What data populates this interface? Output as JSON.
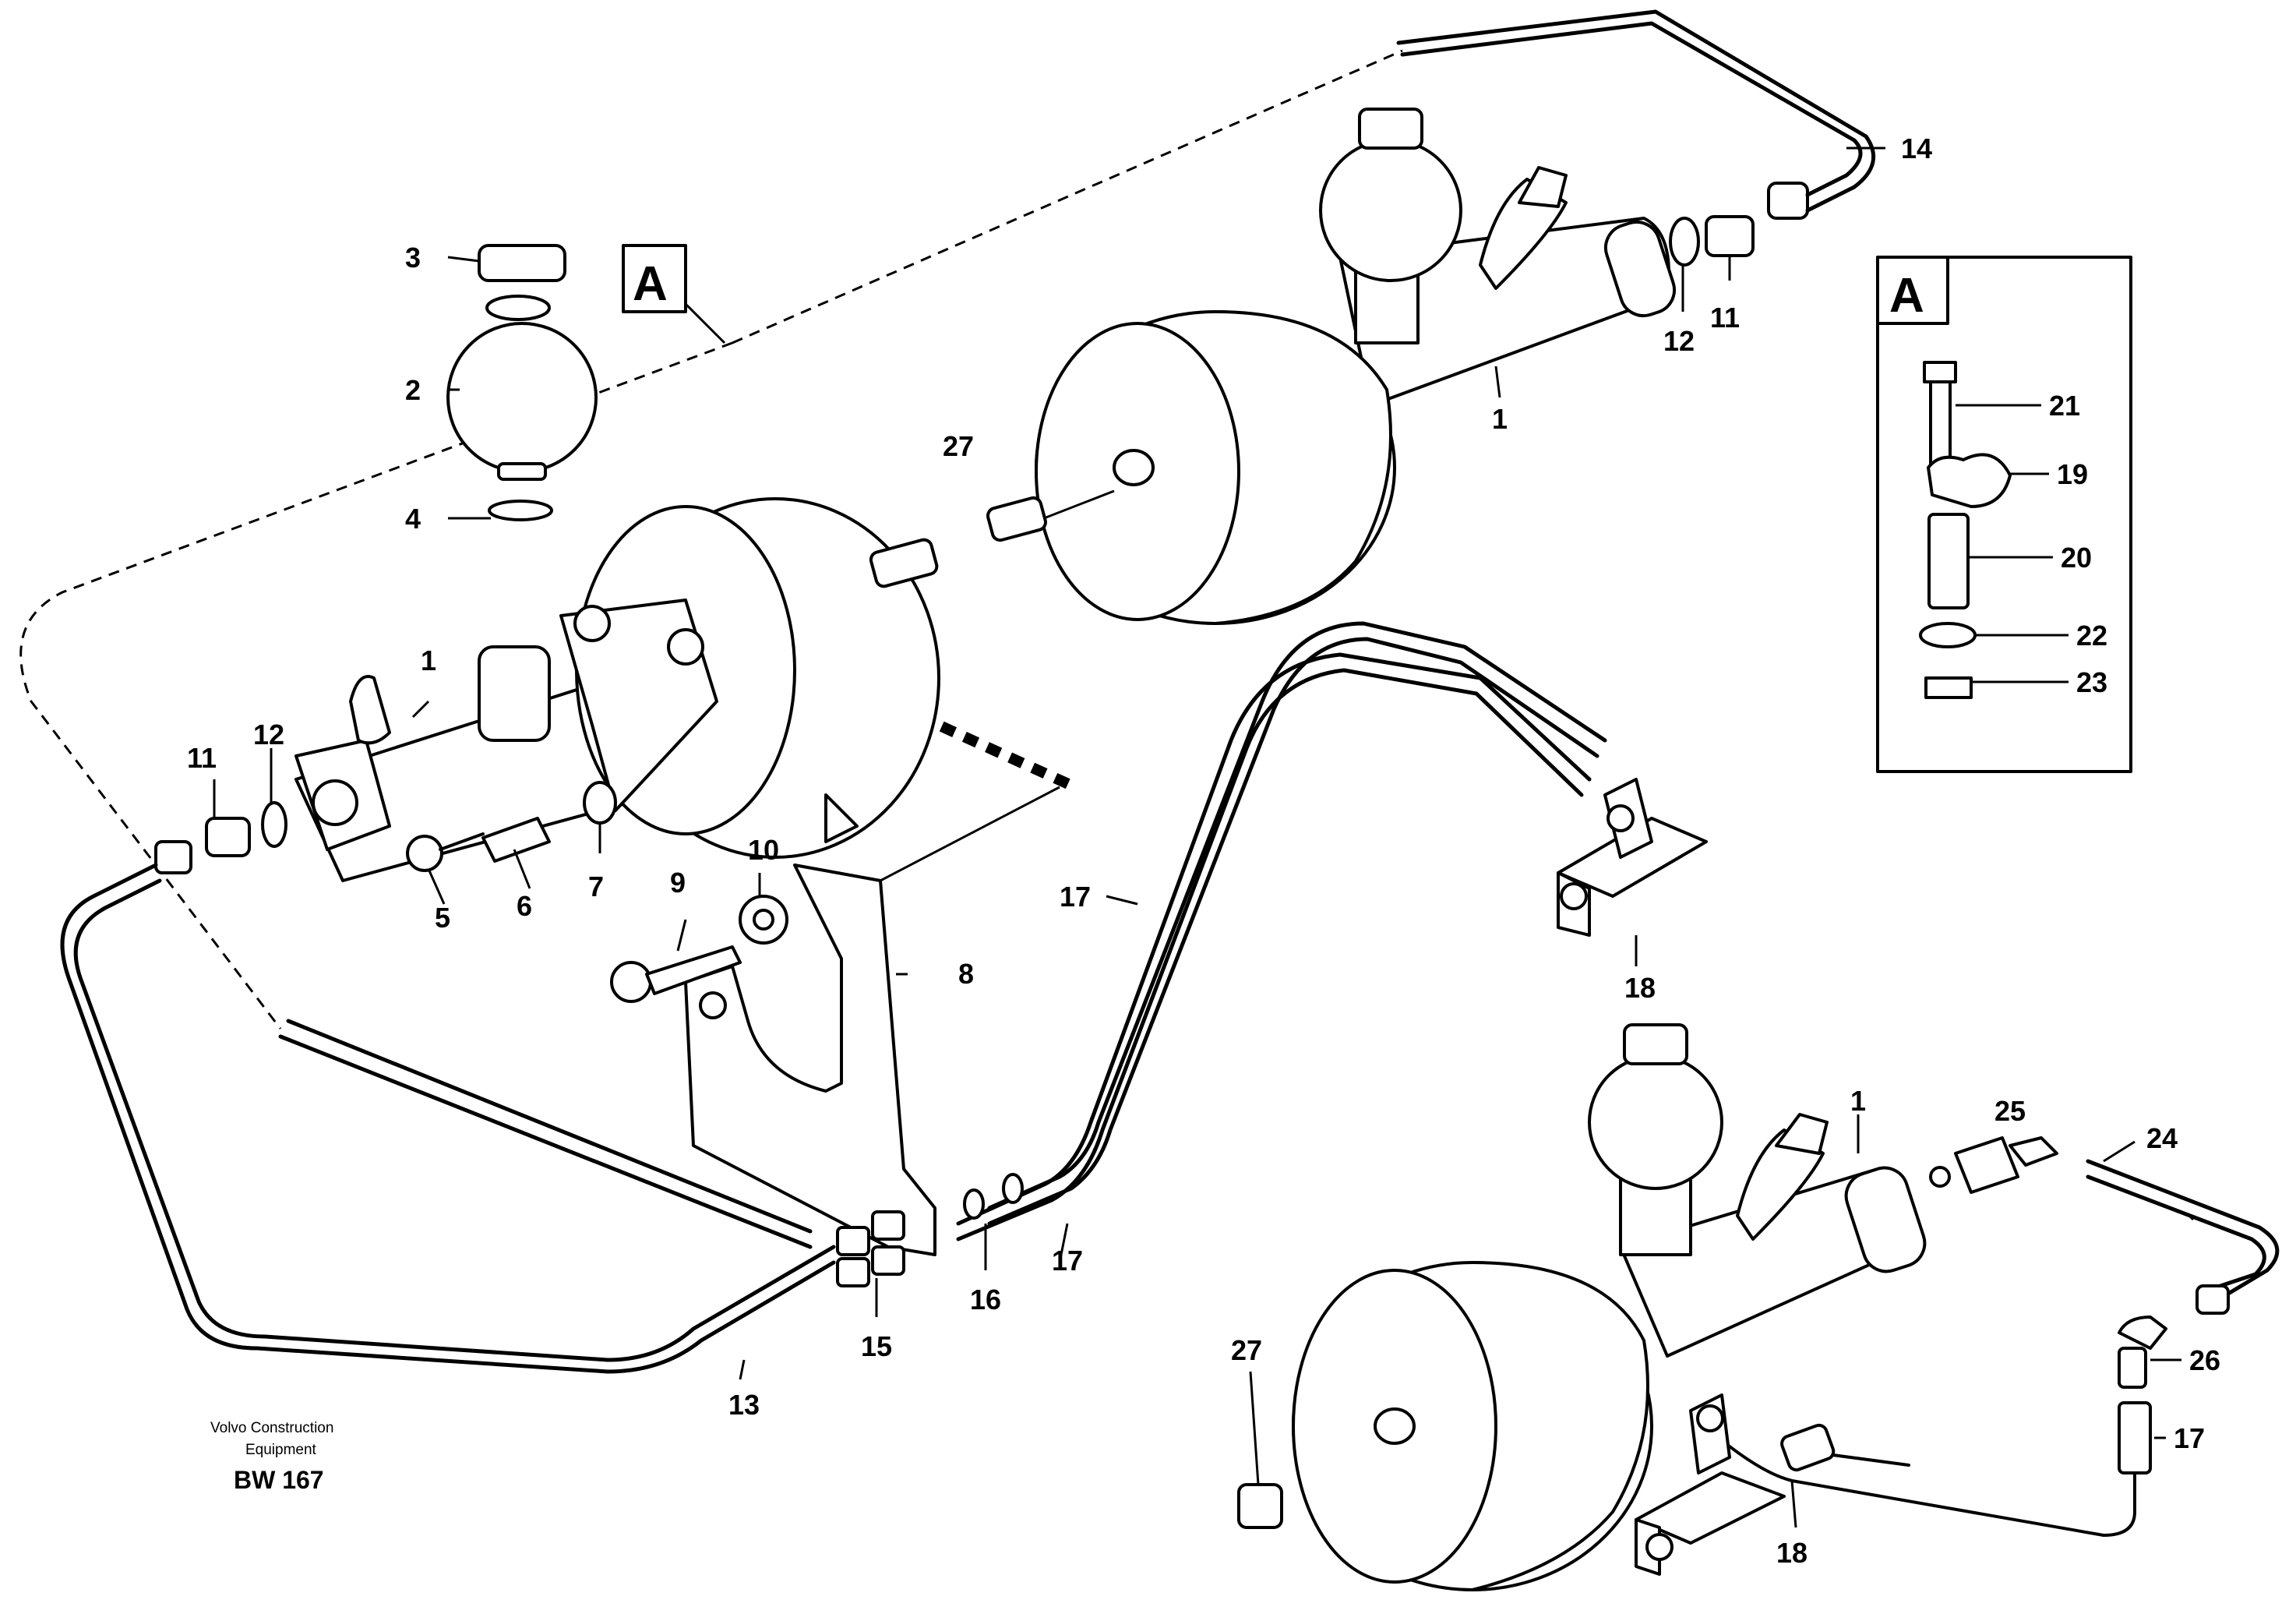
{
  "view_marker": {
    "letter": "A"
  },
  "inset": {
    "title": "A"
  },
  "caption": {
    "line1": "Volvo Construction",
    "line2": "Equipment",
    "code": "BW 167"
  },
  "callouts": {
    "c1a": "1",
    "c1b": "1",
    "c1c": "1",
    "c2": "2",
    "c3": "3",
    "c4": "4",
    "c5": "5",
    "c6": "6",
    "c7": "7",
    "c8": "8",
    "c9": "9",
    "c10": "10",
    "c11a": "11",
    "c11b": "11",
    "c12a": "12",
    "c12b": "12",
    "c13": "13",
    "c14": "14",
    "c15": "15",
    "c16": "16",
    "c17a": "17",
    "c17b": "17",
    "c17c": "17",
    "c18a": "18",
    "c18b": "18",
    "c19": "19",
    "c20": "20",
    "c21": "21",
    "c22": "22",
    "c23": "23",
    "c24": "24",
    "c25": "25",
    "c26": "26",
    "c27a": "27",
    "c27b": "27"
  }
}
